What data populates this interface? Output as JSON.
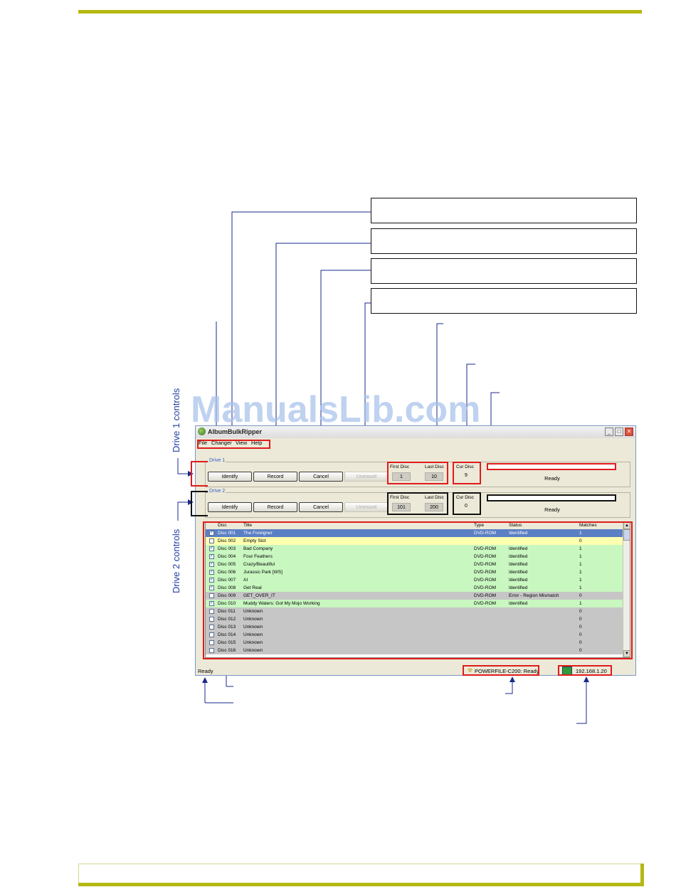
{
  "watermark": "ManualsLib.com",
  "side_labels": {
    "drive1": "Drive 1 controls",
    "drive2": "Drive 2 controls"
  },
  "window": {
    "title": "AlbumBulkRipper",
    "menu": [
      "File",
      "Changer",
      "View",
      "Help"
    ],
    "drive1": {
      "label": "Drive 1",
      "buttons": {
        "identify": "Identify",
        "record": "Record",
        "cancel": "Cancel",
        "unmount": "Unmount"
      },
      "first_disc_label": "First Disc",
      "last_disc_label": "Last Disc",
      "first_disc": "1",
      "last_disc": "10",
      "cur_disc_label": "Cur Disc",
      "cur_disc": "9",
      "status": "Ready"
    },
    "drive2": {
      "label": "Drive 2",
      "buttons": {
        "identify": "Identify",
        "record": "Record",
        "cancel": "Cancel",
        "unmount": "Unmount"
      },
      "first_disc_label": "First Disc",
      "last_disc_label": "Last Disc",
      "first_disc": "101",
      "last_disc": "200",
      "cur_disc_label": "Cur Disc",
      "cur_disc": "0",
      "status": "Ready"
    },
    "list": {
      "columns": [
        "Disc",
        "Title",
        "Type",
        "Status",
        "Matches"
      ],
      "rows": [
        {
          "checked": true,
          "disc": "Disc 001",
          "title": "The Foreigner",
          "type": "DVD-ROM",
          "status": "Identified",
          "matches": "1",
          "bg": "#5b7fc4",
          "fg": "#ffffff"
        },
        {
          "checked": false,
          "disc": "Disc 002",
          "title": "Empty Slot",
          "type": "",
          "status": "",
          "matches": "0",
          "bg": "#ffffb0",
          "fg": "#000000"
        },
        {
          "checked": true,
          "disc": "Disc 003",
          "title": "Bad Company",
          "type": "DVD-ROM",
          "status": "Identified",
          "matches": "1",
          "bg": "#c8f7c0",
          "fg": "#000000"
        },
        {
          "checked": true,
          "disc": "Disc 004",
          "title": "Four Feathers",
          "type": "DVD-ROM",
          "status": "Identified",
          "matches": "1",
          "bg": "#c8f7c0",
          "fg": "#000000"
        },
        {
          "checked": true,
          "disc": "Disc 005",
          "title": "Crazy/Beautiful",
          "type": "DVD-ROM",
          "status": "Identified",
          "matches": "1",
          "bg": "#c8f7c0",
          "fg": "#000000"
        },
        {
          "checked": true,
          "disc": "Disc 006",
          "title": "Jurassic Park [WS]",
          "type": "DVD-ROM",
          "status": "Identified",
          "matches": "1",
          "bg": "#c8f7c0",
          "fg": "#000000"
        },
        {
          "checked": true,
          "disc": "Disc 007",
          "title": "AI",
          "type": "DVD-ROM",
          "status": "Identified",
          "matches": "1",
          "bg": "#c8f7c0",
          "fg": "#000000"
        },
        {
          "checked": true,
          "disc": "Disc 008",
          "title": "Get Real",
          "type": "DVD-ROM",
          "status": "Identified",
          "matches": "1",
          "bg": "#c8f7c0",
          "fg": "#000000"
        },
        {
          "checked": false,
          "disc": "Disc 009",
          "title": "GET_OVER_IT",
          "type": "DVD-ROM",
          "status": "Error - Region Mismatch",
          "matches": "0",
          "bg": "#c6c6c6",
          "fg": "#000000"
        },
        {
          "checked": true,
          "disc": "Disc 010",
          "title": "Muddy Waters: Got My Mojo Working",
          "type": "DVD-ROM",
          "status": "Identified",
          "matches": "1",
          "bg": "#c8f7c0",
          "fg": "#000000"
        },
        {
          "checked": false,
          "disc": "Disc 011",
          "title": "Unknown",
          "type": "",
          "status": "",
          "matches": "0",
          "bg": "#c6c6c6",
          "fg": "#000000"
        },
        {
          "checked": false,
          "disc": "Disc 012",
          "title": "Unknown",
          "type": "",
          "status": "",
          "matches": "0",
          "bg": "#c6c6c6",
          "fg": "#000000"
        },
        {
          "checked": false,
          "disc": "Disc 013",
          "title": "Unknown",
          "type": "",
          "status": "",
          "matches": "0",
          "bg": "#c6c6c6",
          "fg": "#000000"
        },
        {
          "checked": false,
          "disc": "Disc 014",
          "title": "Unknown",
          "type": "",
          "status": "",
          "matches": "0",
          "bg": "#c6c6c6",
          "fg": "#000000"
        },
        {
          "checked": false,
          "disc": "Disc 015",
          "title": "Unknown",
          "type": "",
          "status": "",
          "matches": "0",
          "bg": "#c6c6c6",
          "fg": "#000000"
        },
        {
          "checked": false,
          "disc": "Disc 016",
          "title": "Unknown",
          "type": "",
          "status": "",
          "matches": "0",
          "bg": "#c6c6c6",
          "fg": "#000000"
        }
      ]
    },
    "statusbar": {
      "left": "Ready",
      "changer": "POWERFILE-C200: Ready",
      "ip": "192.168.1.20"
    }
  },
  "colors": {
    "accent_bar": "#b5b814",
    "highlight_red": "#e01b1b",
    "arrow": "#1a2a8c"
  }
}
